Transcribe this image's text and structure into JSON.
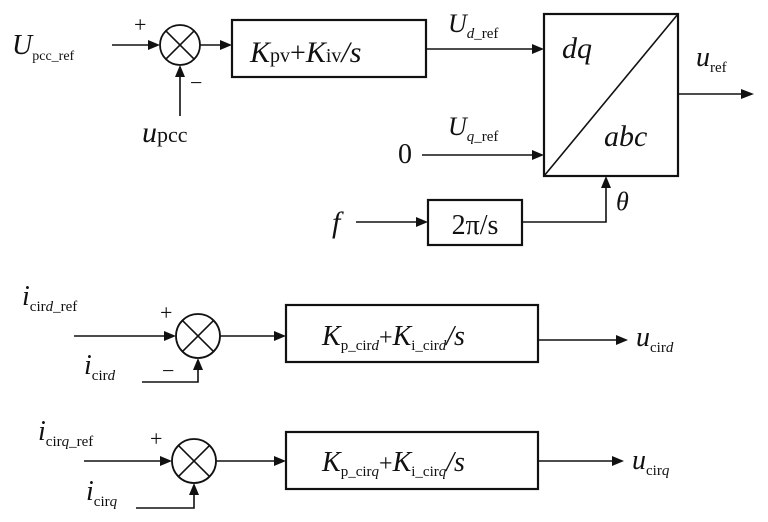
{
  "voltage_loop": {
    "input": {
      "main": "U",
      "sub": "pcc_ref"
    },
    "feedback": {
      "main": "u",
      "sub": "pcc"
    },
    "plus_sign": "+",
    "minus_sign": "−",
    "controller": {
      "k1": "K",
      "k1_sub": "pv",
      "op": "+",
      "k2": "K",
      "k2_sub": "iv",
      "tail": "/s"
    },
    "d_ref": {
      "main": "U",
      "sub_italic": "d",
      "sub_rest": "_ref"
    },
    "q_ref": {
      "main": "U",
      "sub_italic": "q",
      "sub_rest": "_ref"
    },
    "zero_input": "0",
    "transform": {
      "top": "dq",
      "bottom": "abc"
    },
    "output": {
      "main": "u",
      "sub": "ref"
    },
    "freq_input": "f",
    "integrator": "2π/s",
    "angle": "θ"
  },
  "circ_d_loop": {
    "input": {
      "main": "i",
      "sub_rest1": "cir",
      "sub_italic": "d",
      "sub_rest2": "_ref"
    },
    "feedback": {
      "main": "i",
      "sub_rest1": "cir",
      "sub_italic": "d"
    },
    "plus_sign": "+",
    "minus_sign": "−",
    "controller": {
      "k1": "K",
      "k1_sub_rest": "p_cir",
      "k1_sub_italic": "d",
      "op": "+",
      "k2": "K",
      "k2_sub_rest": "i_cir",
      "k2_sub_italic": "d",
      "tail": "/s"
    },
    "output": {
      "main": "u",
      "sub_rest1": "cir",
      "sub_italic": "d"
    }
  },
  "circ_q_loop": {
    "input": {
      "main": "i",
      "sub_rest1": "cir",
      "sub_italic": "q",
      "sub_rest2": "_ref"
    },
    "feedback": {
      "main": "i",
      "sub_rest1": "cir",
      "sub_italic": "q"
    },
    "plus_sign": "+",
    "controller": {
      "k1": "K",
      "k1_sub_rest": "p_cir",
      "k1_sub_italic": "q",
      "op": "+",
      "k2": "K",
      "k2_sub_rest": "i_cir",
      "k2_sub_italic": "q",
      "tail": "/s"
    },
    "output": {
      "main": "u",
      "sub_rest1": "cir",
      "sub_italic": "q"
    }
  }
}
